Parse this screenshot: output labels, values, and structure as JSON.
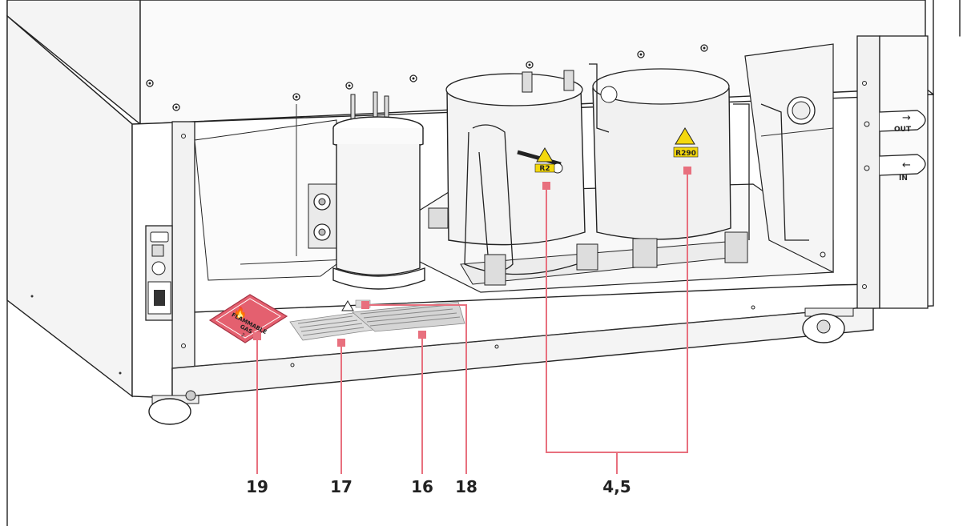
{
  "callouts": {
    "c19": "19",
    "c17": "17",
    "c16": "16",
    "c18": "18",
    "c45": "4,5"
  },
  "labels": {
    "refrigerant": "R290",
    "refrigerant_partial": "R2",
    "out": "OUT",
    "in": "IN",
    "flammable_line1": "FLAMMABLE",
    "flammable_line2": "GAS",
    "flammable_class": "2"
  },
  "colors": {
    "callout": "#e8707e",
    "warning_yellow": "#f4d80c",
    "flammable_red": "#e4606f"
  }
}
